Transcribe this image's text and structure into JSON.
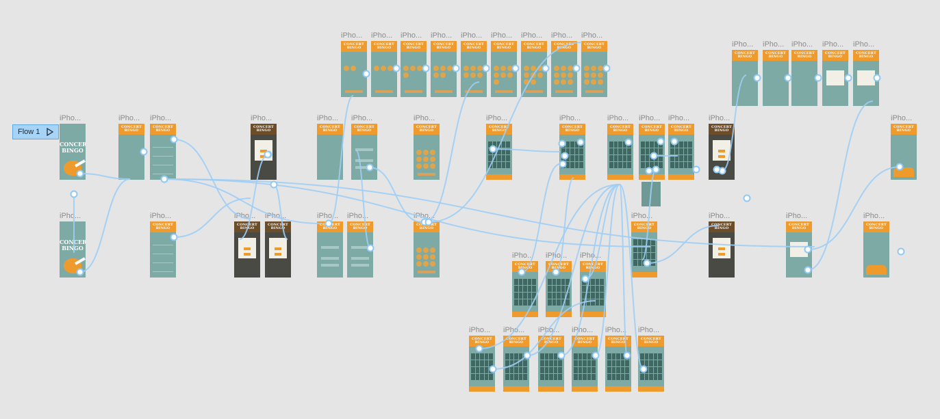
{
  "canvas": {
    "background": "#e5e5e5",
    "wire_color": "#9fcdf5"
  },
  "flow": {
    "label": "Flow 1",
    "icon": "play-outline-icon"
  },
  "brand": {
    "header_line1": "CONCERT",
    "header_line2": "BINGO"
  },
  "frame_label": "iPho...",
  "colors": {
    "teal": "#7eaaa6",
    "orange": "#ef9a2d",
    "dark_teal": "#3f6863"
  }
}
